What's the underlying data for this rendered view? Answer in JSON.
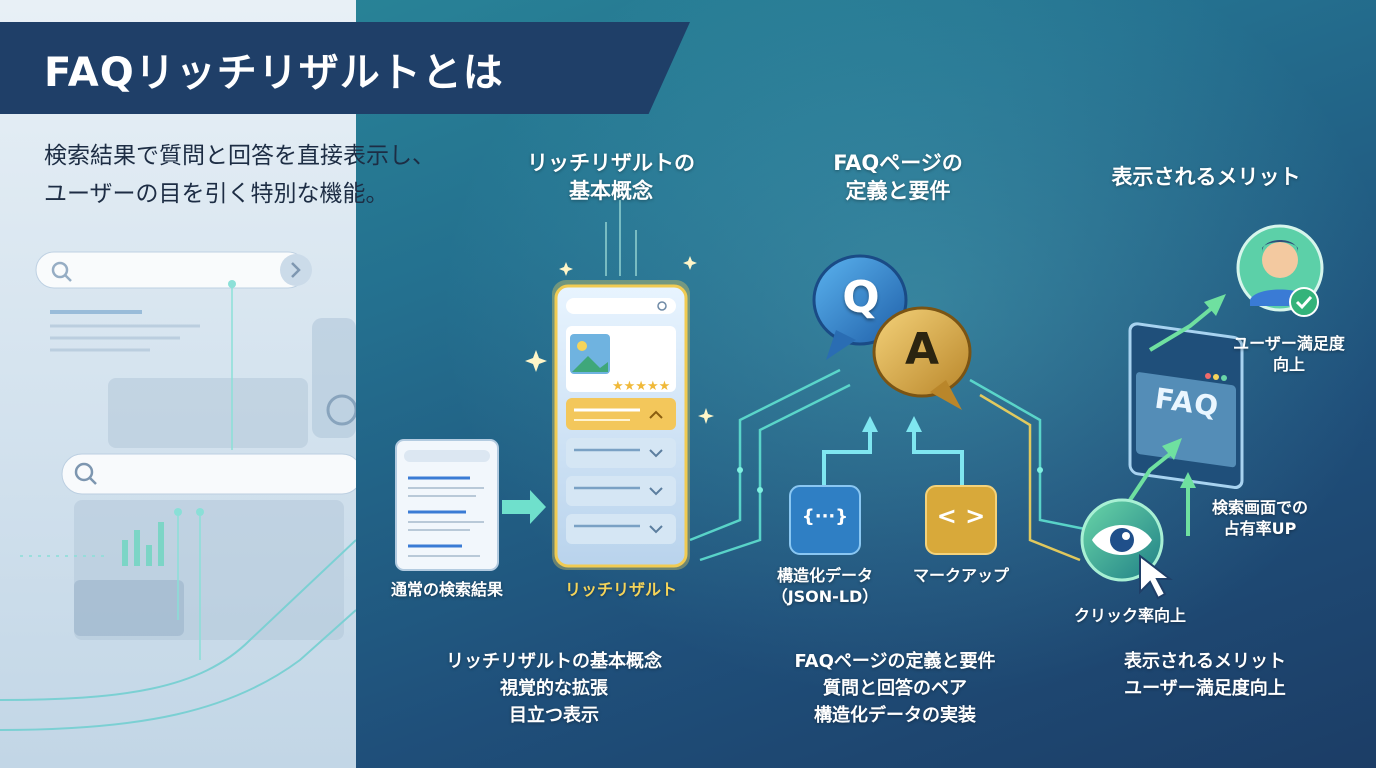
{
  "title": "FAQリッチリザルトとは",
  "lead": {
    "line1": "検索結果で質問と回答を直接表示し、",
    "line2": "ユーザーの目を引く特別な機能。"
  },
  "columns": {
    "rich_result": {
      "head1": "リッチリザルトの",
      "head2": "基本概念"
    },
    "faq_page": {
      "head1": "FAQページの",
      "head2": "定義と要件"
    },
    "merits": {
      "head": "表示されるメリット"
    }
  },
  "diagram": {
    "normal_result_label": "通常の検索結果",
    "rich_result_label": "リッチリザルト",
    "structured_data_label1": "構造化データ",
    "structured_data_label2": "（JSON-LD）",
    "markup_label": "マークアップ",
    "qa_q": "Q",
    "qa_a": "A",
    "json_icon_text": "{···}",
    "markup_icon_text": "< >",
    "faq_window_text": "FAQ",
    "user_satisfaction1": "ユーザー満足度",
    "user_satisfaction2": "向上",
    "occupancy1": "検索画面での",
    "occupancy2": "占有率UP",
    "ctr_label": "クリック率向上"
  },
  "summaries": {
    "rich": [
      "リッチリザルトの基本概念",
      "視覚的な拡張",
      "目立つ表示"
    ],
    "faq": [
      "FAQページの定義と要件",
      "質問と回答のペア",
      "構造化データの実装"
    ],
    "merit": [
      "表示されるメリット",
      "ユーザー満足度向上"
    ]
  },
  "colors": {
    "banner": "#1f3f68",
    "accent_teal": "#5fe0d0",
    "accent_gold": "#f5d45a",
    "q_bubble": "#2f7fc4",
    "a_bubble": "#d8a93a"
  }
}
